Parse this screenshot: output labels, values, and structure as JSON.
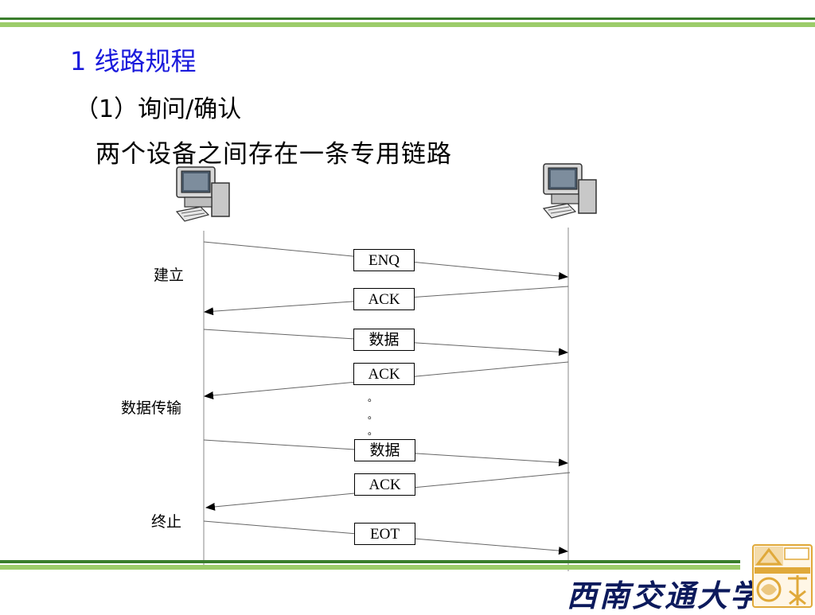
{
  "slide": {
    "title": "1 线路规程",
    "subtitle": "（1）询问/确认",
    "description": "两个设备之间存在一条专用链路"
  },
  "diagram": {
    "phases": [
      "建立",
      "数据传输",
      "终止"
    ],
    "messages": [
      {
        "label": "ENQ",
        "direction": "right"
      },
      {
        "label": "ACK",
        "direction": "left"
      },
      {
        "label": "数据",
        "direction": "right"
      },
      {
        "label": "ACK",
        "direction": "left"
      },
      {
        "label": "数据",
        "direction": "right"
      },
      {
        "label": "ACK",
        "direction": "left"
      },
      {
        "label": "EOT",
        "direction": "right"
      }
    ],
    "ellipsis_mark": "。"
  },
  "footer": {
    "university_logo_text": "西南交通大学",
    "emblem": "university-emblem"
  },
  "colors": {
    "title": "#1a1adc",
    "bar_dark": "#3a7d2c",
    "bar_light": "#9ccc6a",
    "logo": "#0c1a5c",
    "emblem": "#e0a93a"
  }
}
